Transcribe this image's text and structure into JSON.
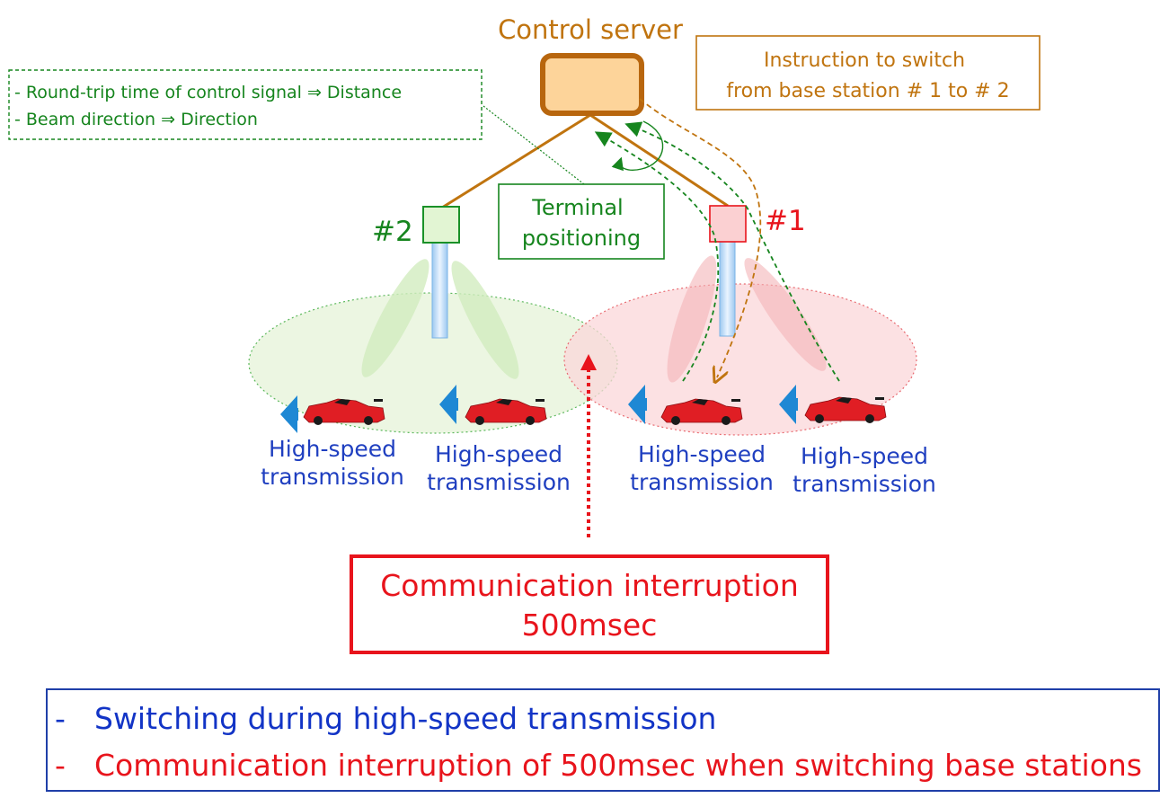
{
  "server": {
    "title": "Control server"
  },
  "instruction": {
    "line1": "Instruction to switch",
    "line2": "from base station # 1 to # 2"
  },
  "measurement": {
    "line1": "- Round-trip time of control signal ⇒ Distance",
    "line2": "- Beam direction ⇒ Direction"
  },
  "positioning": {
    "line1": "Terminal",
    "line2": "positioning"
  },
  "stations": {
    "left_label": "#2",
    "right_label": "#1"
  },
  "terminals": [
    {
      "line1": "High-speed",
      "line2": "transmission"
    },
    {
      "line1": "High-speed",
      "line2": "transmission"
    },
    {
      "line1": "High-speed",
      "line2": "transmission"
    },
    {
      "line1": "High-speed",
      "line2": "transmission"
    }
  ],
  "interruption": {
    "line1": "Communication interruption",
    "line2": "500msec"
  },
  "summary": {
    "bullet": "-",
    "item1": "Switching during high-speed transmission",
    "item2": "Communication interruption of 500msec when switching base stations"
  },
  "colors": {
    "server_fill": "#fdd49a",
    "server_stroke": "#b8660e",
    "orange_text": "#c0740f",
    "green": "#16851e",
    "red": "#e8141c",
    "blue": "#1f3fc0"
  }
}
